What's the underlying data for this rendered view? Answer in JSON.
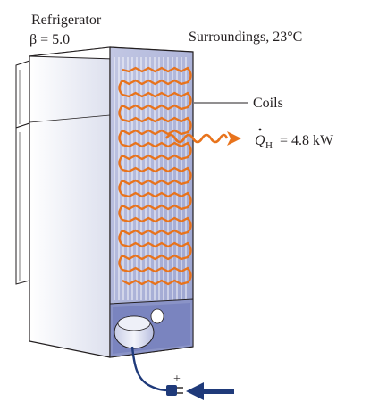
{
  "title": "Refrigerator",
  "cop_label": "β = 5.0",
  "surroundings_label": "Surroundings, 23°C",
  "coils_label": "Coils",
  "heat_label": {
    "symbol": "Q",
    "subscript": "H",
    "value": "= 4.8 kW"
  },
  "plug_sign": "+",
  "colors": {
    "body_light": "#f2f3f8",
    "body_shade": "#d9dcec",
    "back_panel": "#aeb4d9",
    "coil": "#e8731c",
    "outline": "#231f20",
    "cord": "#1f3a7a",
    "arrow": "#1f3a7a"
  }
}
